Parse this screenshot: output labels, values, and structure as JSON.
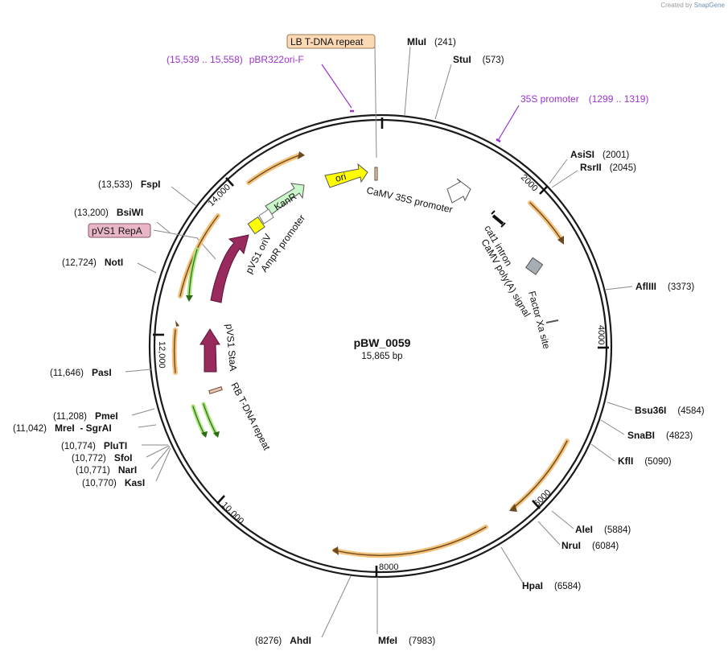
{
  "credit": {
    "prefix": "Created by",
    "brand": "SnapGene"
  },
  "plasmid": {
    "name": "pBW_0059",
    "length_label": "15,865 bp",
    "length": 15865
  },
  "ticks": [
    "2000",
    "4000",
    "6000",
    "8000",
    "10,000",
    "12,000",
    "14,000"
  ],
  "sites": [
    {
      "name": "MluI",
      "pos": "(241)"
    },
    {
      "name": "StuI",
      "pos": "(573)"
    },
    {
      "name": "AsiSI",
      "pos": "(2001)"
    },
    {
      "name": "RsrII",
      "pos": "(2045)"
    },
    {
      "name": "AflIII",
      "pos": "(3373)"
    },
    {
      "name": "Bsu36I",
      "pos": "(4584)"
    },
    {
      "name": "SnaBI",
      "pos": "(4823)"
    },
    {
      "name": "KflI",
      "pos": "(5090)"
    },
    {
      "name": "AleI",
      "pos": "(5884)"
    },
    {
      "name": "NruI",
      "pos": "(6084)"
    },
    {
      "name": "HpaI",
      "pos": "(6584)"
    },
    {
      "name": "MfeI",
      "pos": "(7983)"
    },
    {
      "name": "AhdI",
      "pos": "(8276)"
    },
    {
      "name": "KasI",
      "pos": "(10,770)"
    },
    {
      "name": "NarI",
      "pos": "(10,771)"
    },
    {
      "name": "SfoI",
      "pos": "(10,772)"
    },
    {
      "name": "PluTI",
      "pos": "(10,774)"
    },
    {
      "name": "MreI  - SgrAI",
      "pos": "(11,042)"
    },
    {
      "name": "PmeI",
      "pos": "(11,208)"
    },
    {
      "name": "PasI",
      "pos": "(11,646)"
    },
    {
      "name": "NotI",
      "pos": "(12,724)"
    },
    {
      "name": "BsiWI",
      "pos": "(13,200)"
    },
    {
      "name": "FspI",
      "pos": "(13,533)"
    }
  ],
  "primers": [
    {
      "name": "pBR322ori-F",
      "range": "(15,539 .. 15,558)"
    },
    {
      "name": "35S promoter",
      "range": "(1299 .. 1319)"
    }
  ],
  "boxed_labels": [
    {
      "name": "LB T-DNA repeat",
      "fill": "#fbd9b5"
    },
    {
      "name": "pVS1 RepA",
      "fill": "#e8b6c6"
    }
  ],
  "features": {
    "ori": "ori",
    "kanr": "KanR",
    "camv_promoter": "CaMV 35S promoter",
    "cat1_intron": "cat1 intron",
    "camv_polya": "CaMV poly(A) signal",
    "factor_xa": "Factor Xa site",
    "pvs1_oriv": "pVS1 oriV",
    "ampr_promoter": "AmpR promoter",
    "pvs1_staa": "pVS1 StaA",
    "rb_repeat": "RB T-DNA repeat"
  },
  "colors": {
    "backbone": "#1a1a1a",
    "orf": "#f4c27a",
    "ori": "#ffff00",
    "kanr": "#c9f7c9",
    "pvs1": "#992a5e",
    "green_orf": "#6bcf3a",
    "primer": "#9a33cc"
  }
}
